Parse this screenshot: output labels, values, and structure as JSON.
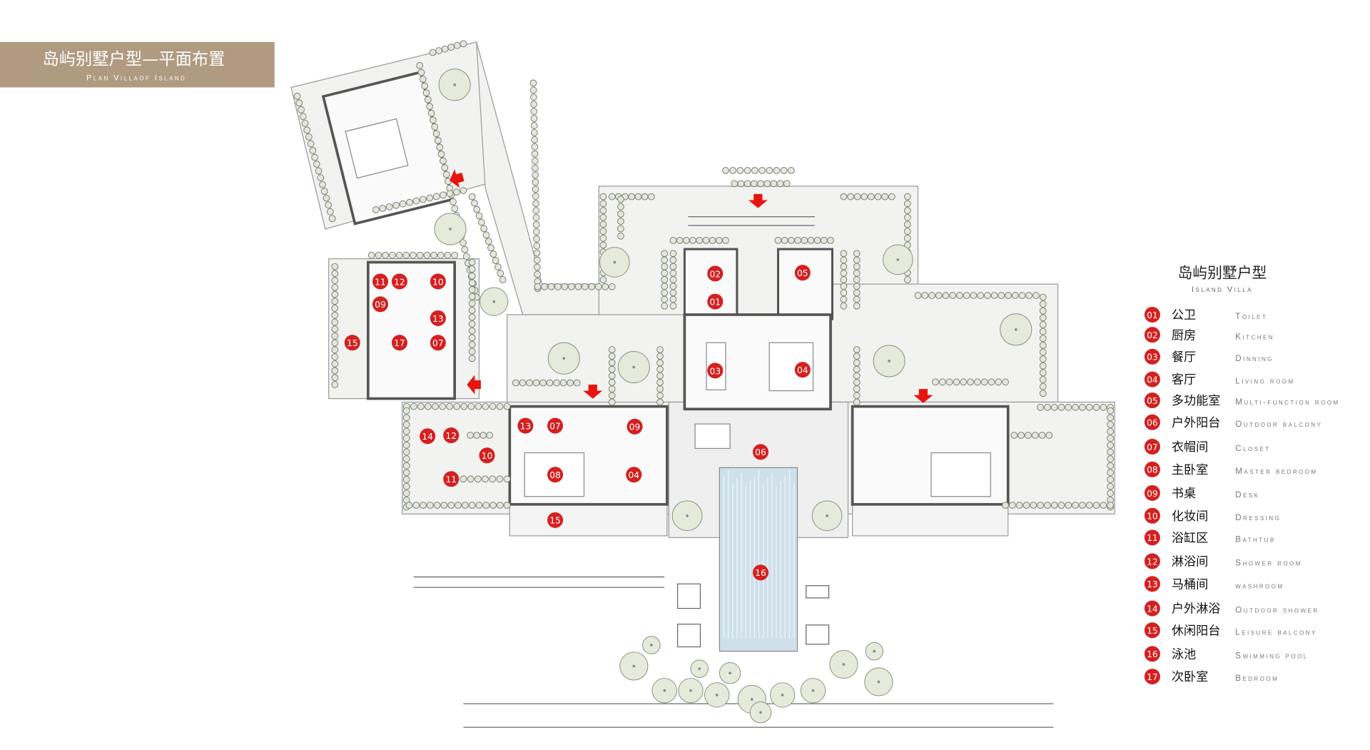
{
  "banner": {
    "title": "岛屿别墅户型—平面布置",
    "subtitle": "Plan Villaof Island",
    "color": "#b09a80"
  },
  "legend": {
    "title": "岛屿别墅户型",
    "subtitle": "Island Villa",
    "marker_color": "#d42020",
    "items": [
      {
        "num": "01",
        "cn": "公卫",
        "en": "Toilet"
      },
      {
        "num": "02",
        "cn": "厨房",
        "en": "Kitchen"
      },
      {
        "num": "03",
        "cn": "餐厅",
        "en": "Dinning"
      },
      {
        "num": "04",
        "cn": "客厅",
        "en": "Living room"
      },
      {
        "num": "05",
        "cn": "多功能室",
        "en": "Multi-function room"
      },
      {
        "num": "06",
        "cn": "户外阳台",
        "en": "Outdoor balcony"
      },
      {
        "num": "07",
        "cn": "衣帽间",
        "en": "Closet"
      },
      {
        "num": "08",
        "cn": "主卧室",
        "en": "Master bedroom"
      },
      {
        "num": "09",
        "cn": "书桌",
        "en": "Desk"
      },
      {
        "num": "10",
        "cn": "化妆间",
        "en": "Dressing"
      },
      {
        "num": "11",
        "cn": "浴缸区",
        "en": "Bathtub"
      },
      {
        "num": "12",
        "cn": "淋浴间",
        "en": "Shower room"
      },
      {
        "num": "13",
        "cn": "马桶间",
        "en": "washroom"
      },
      {
        "num": "14",
        "cn": "户外淋浴",
        "en": "Outdoor shower"
      },
      {
        "num": "15",
        "cn": "休闲阳台",
        "en": "Leisure balcony"
      },
      {
        "num": "16",
        "cn": "泳池",
        "en": "Swimming pool"
      },
      {
        "num": "17",
        "cn": "次卧室",
        "en": "Bedroom"
      }
    ]
  },
  "plan": {
    "markers": [
      "02",
      "01",
      "05",
      "03",
      "04",
      "11",
      "12",
      "10",
      "09",
      "13",
      "15",
      "17",
      "07",
      "13",
      "07",
      "09",
      "14",
      "12",
      "10",
      "11",
      "08",
      "04",
      "06",
      "15",
      "16"
    ]
  }
}
